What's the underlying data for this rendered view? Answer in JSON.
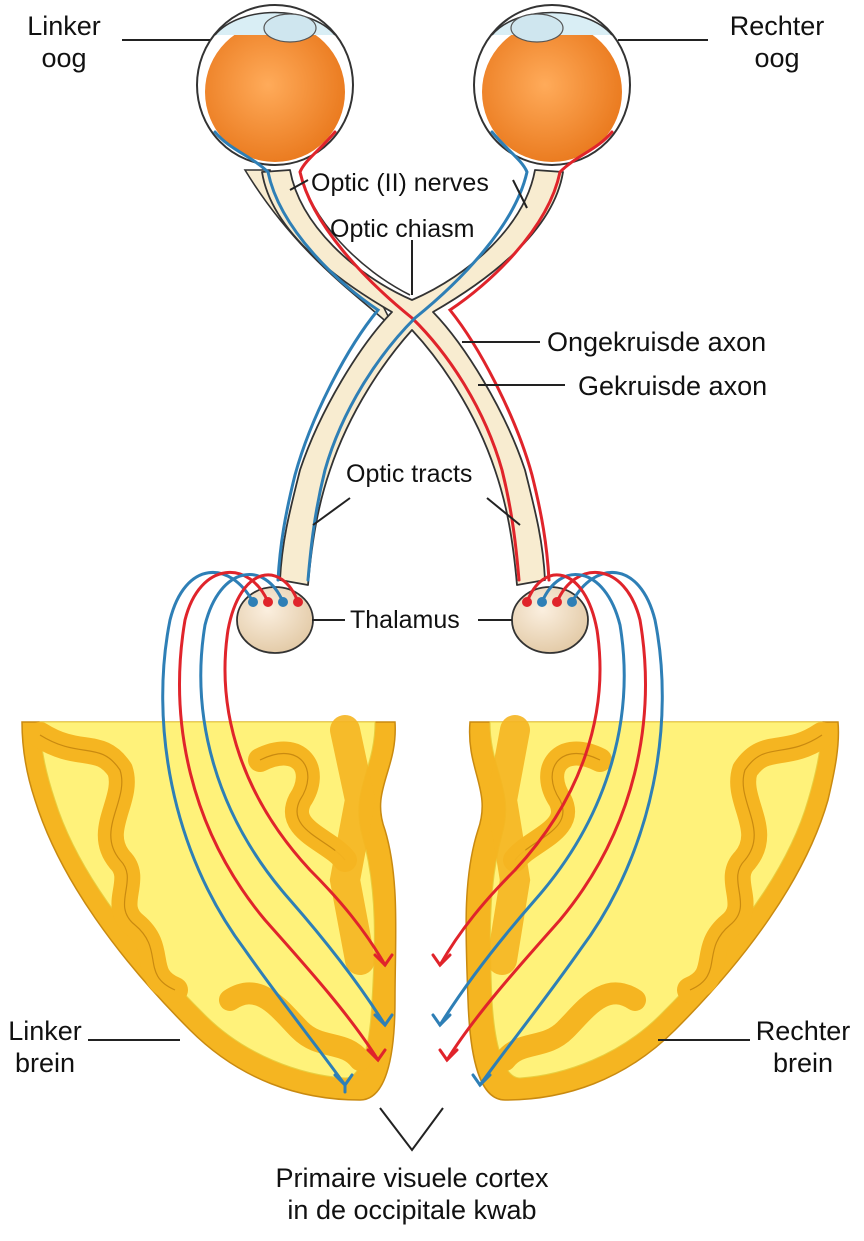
{
  "labels": {
    "left_eye": [
      "Linker",
      "oog"
    ],
    "right_eye": [
      "Rechter",
      "oog"
    ],
    "optic_nerves": "Optic (II) nerves",
    "optic_chiasm": "Optic chiasm",
    "uncrossed_axon": "Ongekruisde axon",
    "crossed_axon": "Gekruisde axon",
    "optic_tracts": "Optic tracts",
    "thalamus": "Thalamus",
    "left_brain": [
      "Linker",
      "brein"
    ],
    "right_brain": [
      "Rechter",
      "brein"
    ],
    "visual_cortex": [
      "Primaire visuele cortex",
      "in de occipitale kwab"
    ]
  },
  "colors": {
    "eyeball": "#f08a2c",
    "nerve_fill": "#f8ecd0",
    "pathway_red": "#e0242b",
    "pathway_blue": "#2e7fb6",
    "white_matter": "#fff27a",
    "gray_matter": "#f5b521",
    "thalamus": "#eedcc2"
  }
}
